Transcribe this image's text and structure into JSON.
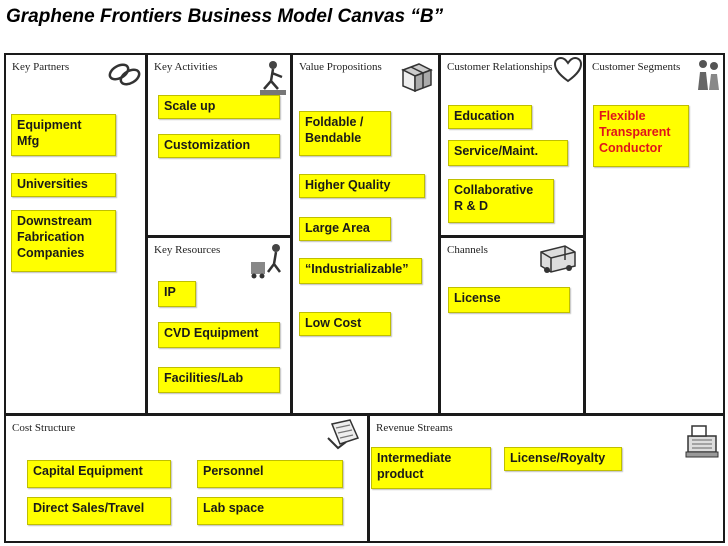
{
  "title": "Graphene Frontiers Business Model Canvas “B”",
  "colors": {
    "sticky": "#ffff00",
    "accent_text": "#e0141b",
    "border": "#1a1a1a"
  },
  "blocks": {
    "key_partners": {
      "header": "Key Partners",
      "icon": "chain-links-icon",
      "notes": [
        "Equipment\nMfg",
        "Universities",
        "Downstream\nFabrication\nCompanies"
      ]
    },
    "key_activities": {
      "header": "Key Activities",
      "icon": "worker-icon",
      "notes": [
        "Scale up",
        "Customization"
      ]
    },
    "key_resources": {
      "header": "Key Resources",
      "icon": "factory-worker-icon",
      "notes": [
        "IP",
        "CVD Equipment",
        "Facilities/Lab"
      ]
    },
    "value_propositions": {
      "header": "Value Propositions",
      "icon": "gift-box-icon",
      "notes": [
        "Foldable /\nBendable",
        "Higher Quality",
        "Large Area",
        "“Industrializable”",
        "Low Cost"
      ]
    },
    "customer_relationships": {
      "header": "Customer Relationships",
      "icon": "heart-icon",
      "notes": [
        "Education",
        "Service/Maint.",
        "Collaborative\nR & D"
      ]
    },
    "channels": {
      "header": "Channels",
      "icon": "truck-icon",
      "notes": [
        "License"
      ]
    },
    "customer_segments": {
      "header": "Customer Segments",
      "icon": "people-icon",
      "notes": [
        "Flexible\nTransparent\nConductor"
      ]
    },
    "cost_structure": {
      "header": "Cost Structure",
      "icon": "price-tag-icon",
      "notes": [
        "Capital Equipment",
        "Personnel",
        "Direct Sales/Travel",
        "Lab space"
      ]
    },
    "revenue_streams": {
      "header": "Revenue Streams",
      "icon": "cash-register-icon",
      "notes": [
        "Intermediate\nproduct",
        "License/Royalty"
      ]
    }
  }
}
